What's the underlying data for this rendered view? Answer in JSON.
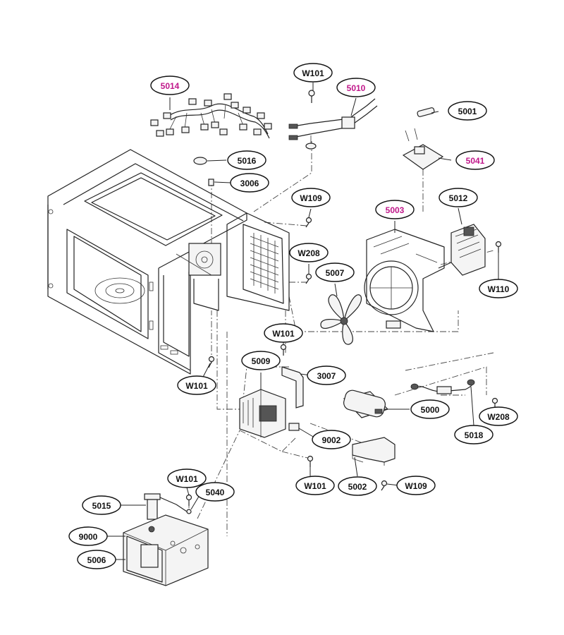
{
  "colors": {
    "line": "#222222",
    "highlight_label": "#c0178a",
    "normal_label": "#111111"
  },
  "callouts": [
    {
      "id": "c5014",
      "label": "5014",
      "highlight": true
    },
    {
      "id": "cW101a",
      "label": "W101",
      "highlight": false
    },
    {
      "id": "c5010",
      "label": "5010",
      "highlight": true
    },
    {
      "id": "c5001",
      "label": "5001",
      "highlight": false
    },
    {
      "id": "c5016",
      "label": "5016",
      "highlight": false
    },
    {
      "id": "c5041",
      "label": "5041",
      "highlight": true
    },
    {
      "id": "c3006",
      "label": "3006",
      "highlight": false
    },
    {
      "id": "cW109a",
      "label": "W109",
      "highlight": false
    },
    {
      "id": "c5003",
      "label": "5003",
      "highlight": true
    },
    {
      "id": "c5012",
      "label": "5012",
      "highlight": false
    },
    {
      "id": "cW208a",
      "label": "W208",
      "highlight": false
    },
    {
      "id": "c5007",
      "label": "5007",
      "highlight": false
    },
    {
      "id": "cW110",
      "label": "W110",
      "highlight": false
    },
    {
      "id": "cW101b",
      "label": "W101",
      "highlight": false
    },
    {
      "id": "c5009",
      "label": "5009",
      "highlight": false
    },
    {
      "id": "c3007",
      "label": "3007",
      "highlight": false
    },
    {
      "id": "cW101c",
      "label": "W101",
      "highlight": false
    },
    {
      "id": "c5000",
      "label": "5000",
      "highlight": false
    },
    {
      "id": "cW208b",
      "label": "W208",
      "highlight": false
    },
    {
      "id": "c5018",
      "label": "5018",
      "highlight": false
    },
    {
      "id": "c9002",
      "label": "9002",
      "highlight": false
    },
    {
      "id": "cW101d",
      "label": "W101",
      "highlight": false
    },
    {
      "id": "c5002",
      "label": "5002",
      "highlight": false
    },
    {
      "id": "cW109b",
      "label": "W109",
      "highlight": false
    },
    {
      "id": "cW101e",
      "label": "W101",
      "highlight": false
    },
    {
      "id": "c5040",
      "label": "5040",
      "highlight": false
    },
    {
      "id": "c5015",
      "label": "5015",
      "highlight": false
    },
    {
      "id": "c9000",
      "label": "9000",
      "highlight": false
    },
    {
      "id": "c5006",
      "label": "5006",
      "highlight": false
    }
  ]
}
